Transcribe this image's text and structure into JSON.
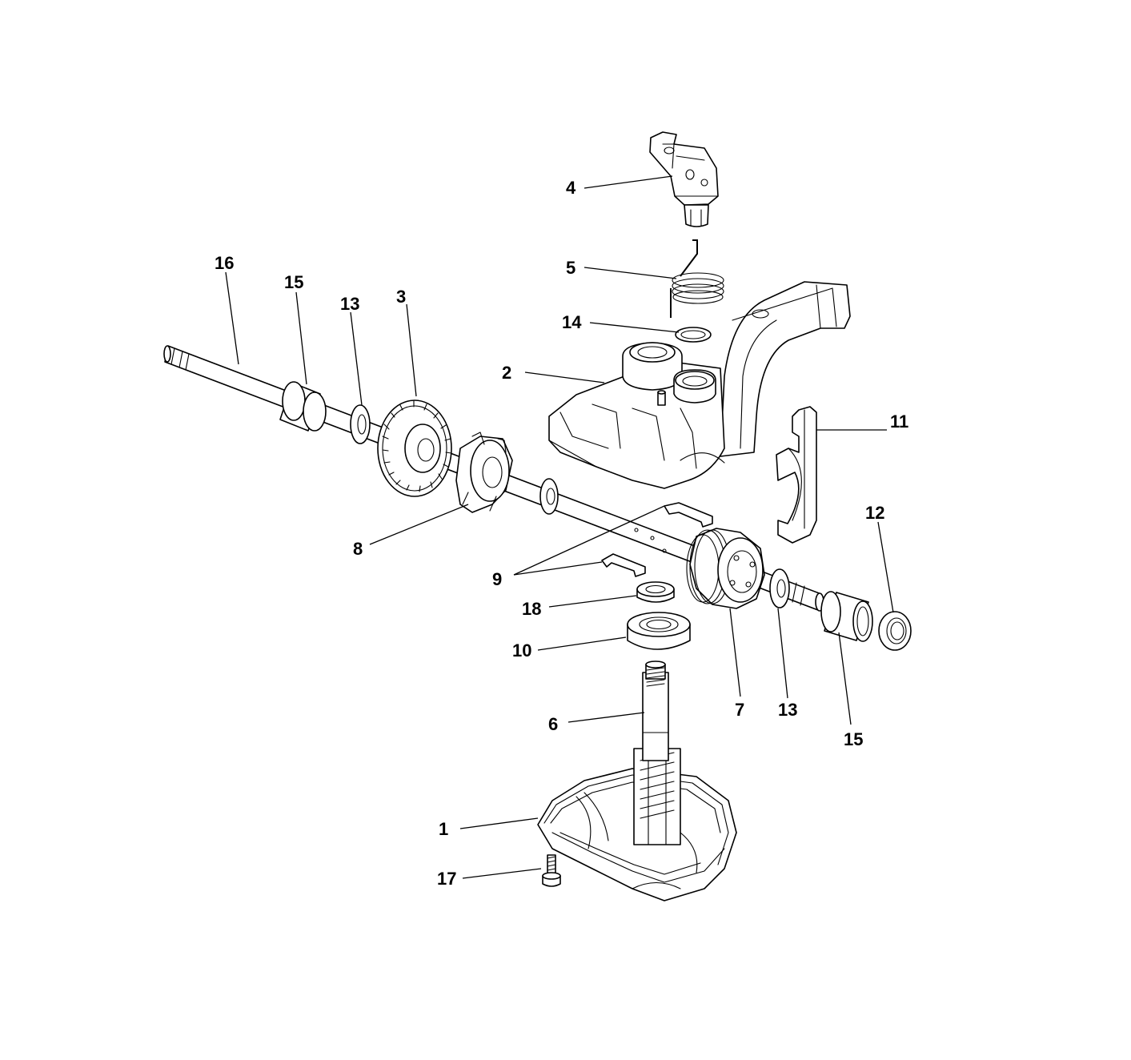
{
  "callouts": {
    "c1": "1",
    "c2": "2",
    "c3": "3",
    "c4": "4",
    "c5": "5",
    "c6": "6",
    "c7": "7",
    "c8": "8",
    "c9": "9",
    "c10": "10",
    "c11": "11",
    "c12": "12",
    "c13a": "13",
    "c13b": "13",
    "c14": "14",
    "c15a": "15",
    "c15b": "15",
    "c16": "16",
    "c17": "17",
    "c18": "18"
  }
}
